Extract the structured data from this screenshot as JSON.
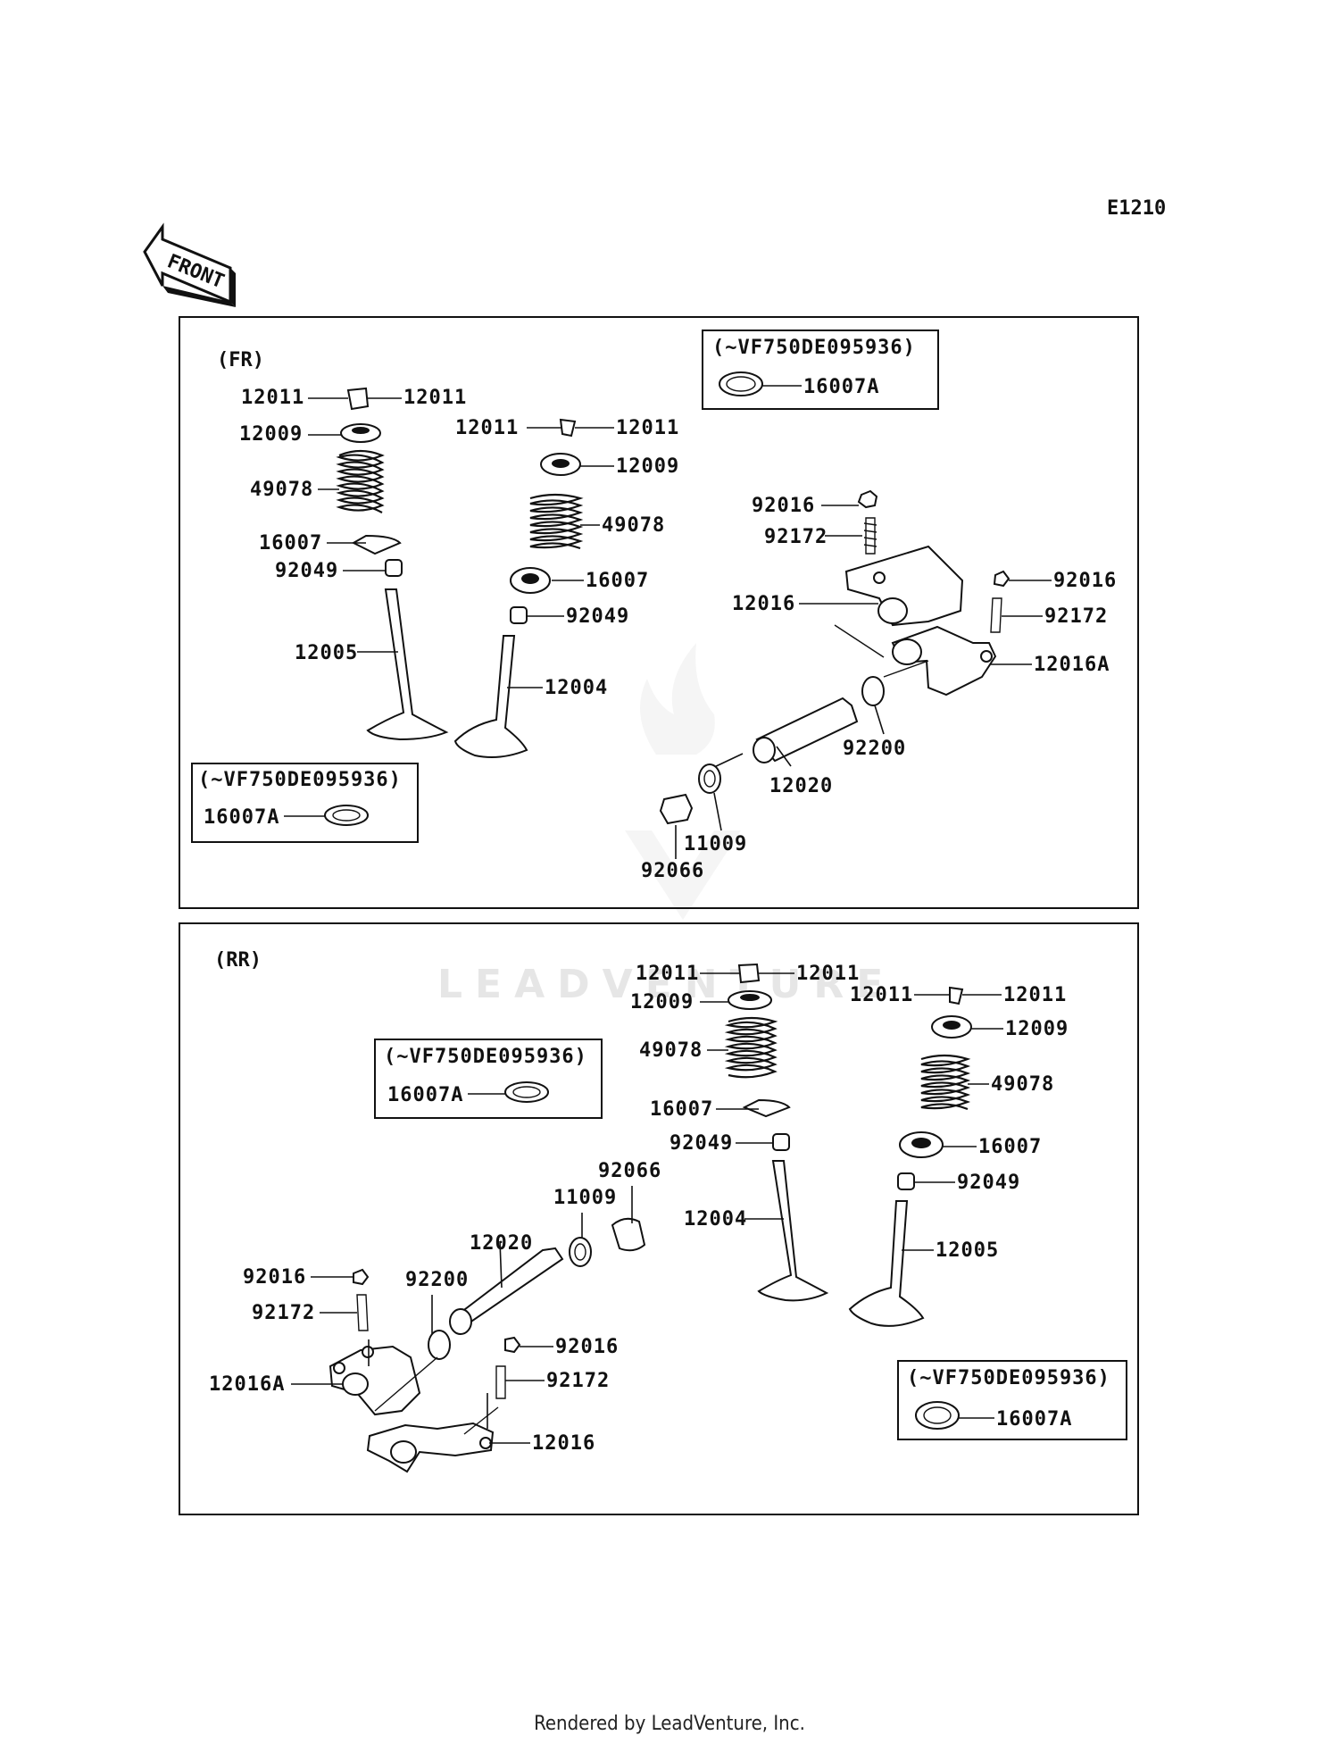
{
  "diagram_code": "E1210",
  "front_arrow_text": "FRONT",
  "footer": "Rendered by LeadVenture, Inc.",
  "watermark": "LEADVENTURE",
  "front_panel": {
    "title": "(FR)",
    "note_boxes": [
      {
        "serial": "(~VF750DE095936)",
        "part": "16007A"
      },
      {
        "serial": "(~VF750DE095936)",
        "part": "16007A"
      }
    ],
    "labels": [
      "12011",
      "12011",
      "12009",
      "49078",
      "16007",
      "92049",
      "12005",
      "12011",
      "12011",
      "12009",
      "49078",
      "16007",
      "92049",
      "12004",
      "92016",
      "92172",
      "12016",
      "92016",
      "92172",
      "12016A",
      "92200",
      "12020",
      "11009",
      "92066"
    ]
  },
  "rear_panel": {
    "title": "(RR)",
    "note_boxes": [
      {
        "serial": "(~VF750DE095936)",
        "part": "16007A"
      },
      {
        "serial": "(~VF750DE095936)",
        "part": "16007A"
      }
    ],
    "labels": [
      "12011",
      "12011",
      "12009",
      "49078",
      "16007",
      "92049",
      "12004",
      "12011",
      "12011",
      "12009",
      "49078",
      "16007",
      "92049",
      "12005",
      "92066",
      "11009",
      "12020",
      "92200",
      "92016",
      "92172",
      "12016A",
      "92016",
      "92172",
      "12016"
    ]
  }
}
